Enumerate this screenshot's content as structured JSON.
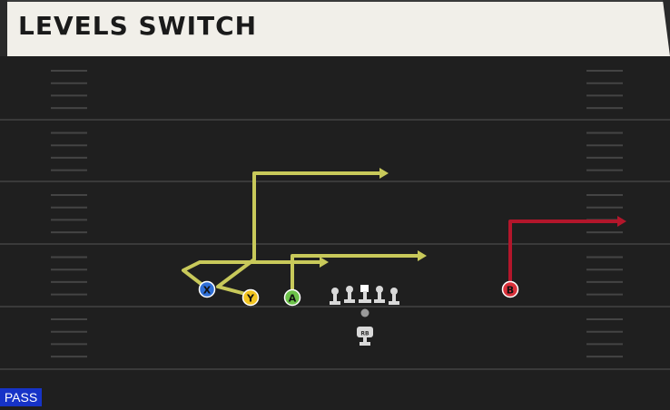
{
  "title": "LEVELS SWITCH",
  "play_type": "PASS",
  "colors": {
    "field": "#1f1f1f",
    "yard_line": "#3a3a3a",
    "hash": "#444444",
    "route_yellow": "#c8c95a",
    "route_red": "#b3162b",
    "x": "#2f6fd6",
    "y": "#f2c521",
    "a": "#6cc24a",
    "b": "#d9313a",
    "lineman": "#d9d9d9"
  },
  "players": {
    "x": {
      "label": "X"
    },
    "y": {
      "label": "Y"
    },
    "a": {
      "label": "A"
    },
    "b": {
      "label": "B"
    },
    "rb": {
      "label": "RB"
    }
  }
}
